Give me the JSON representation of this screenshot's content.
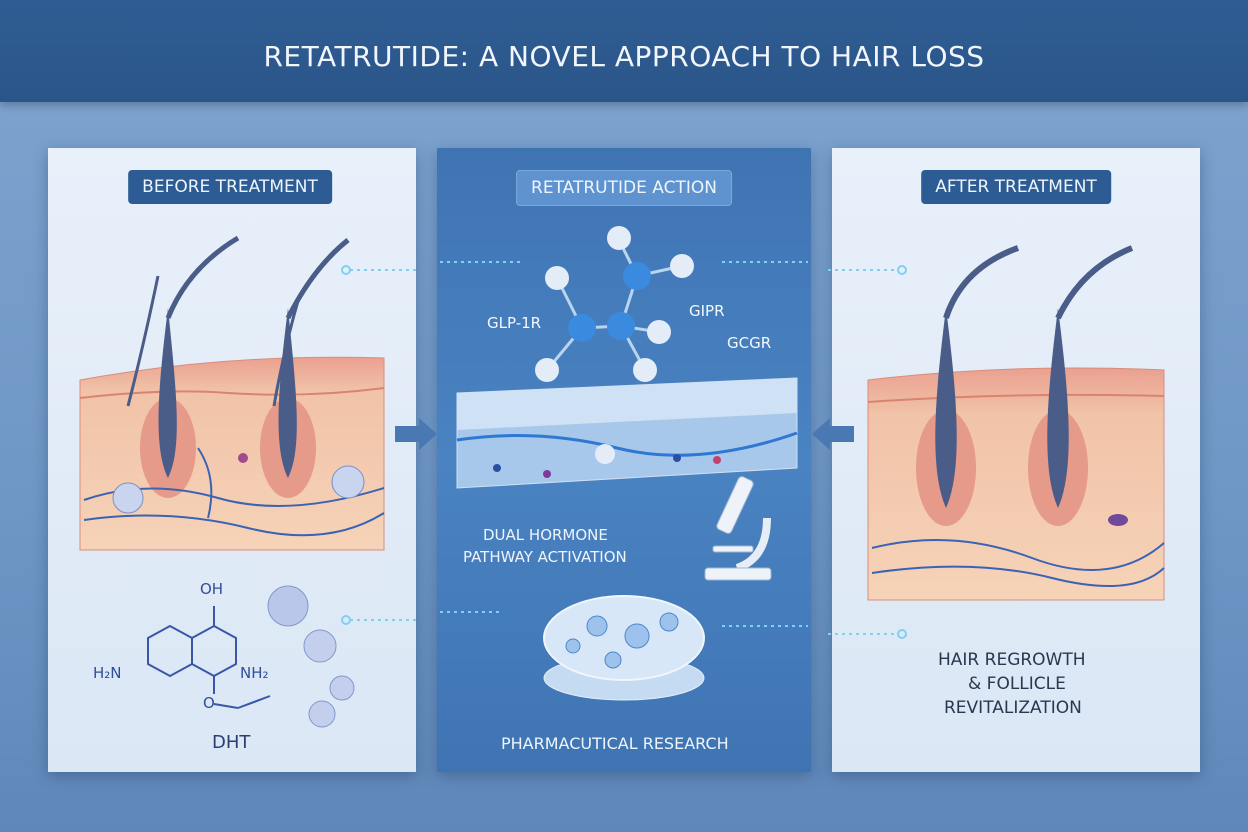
{
  "title": "RETATRUTIDE: A NOVEL APPROACH TO HAIR LOSS",
  "panels": {
    "before": {
      "heading": "BEFORE TREATMENT",
      "molecule_label": "DHT",
      "atoms": {
        "oh": "OH",
        "nh2_left": "H₂N",
        "nh2_right": "NH₂",
        "o": "O"
      }
    },
    "action": {
      "heading": "RETATRUTIDE ACTION",
      "receptors": [
        "GLP-1R",
        "GIPR",
        "GCGR"
      ],
      "caption_line1": "DUAL HORMONE",
      "caption_line2": "PATHWAY ACTIVATION",
      "footer": "PHARMACUTICAL RESEARCH"
    },
    "after": {
      "heading": "AFTER TREATMENT",
      "caption_line1": "HAIR REGROWTH",
      "caption_line2": "& FOLLICLE",
      "caption_line3": "REVITALIZATION"
    }
  },
  "icons": [
    "arrow-right-icon",
    "arrow-left-icon",
    "microscope-icon",
    "petri-dish-icon",
    "molecule-icon",
    "circuit-line-icon"
  ],
  "colors": {
    "banner": "#2f5d93",
    "panel_mid": "#4a83c2",
    "skin": "#f3c9a8",
    "dermis": "#e8a08f",
    "hair": "#44557e",
    "accent": "#67b7e8"
  }
}
